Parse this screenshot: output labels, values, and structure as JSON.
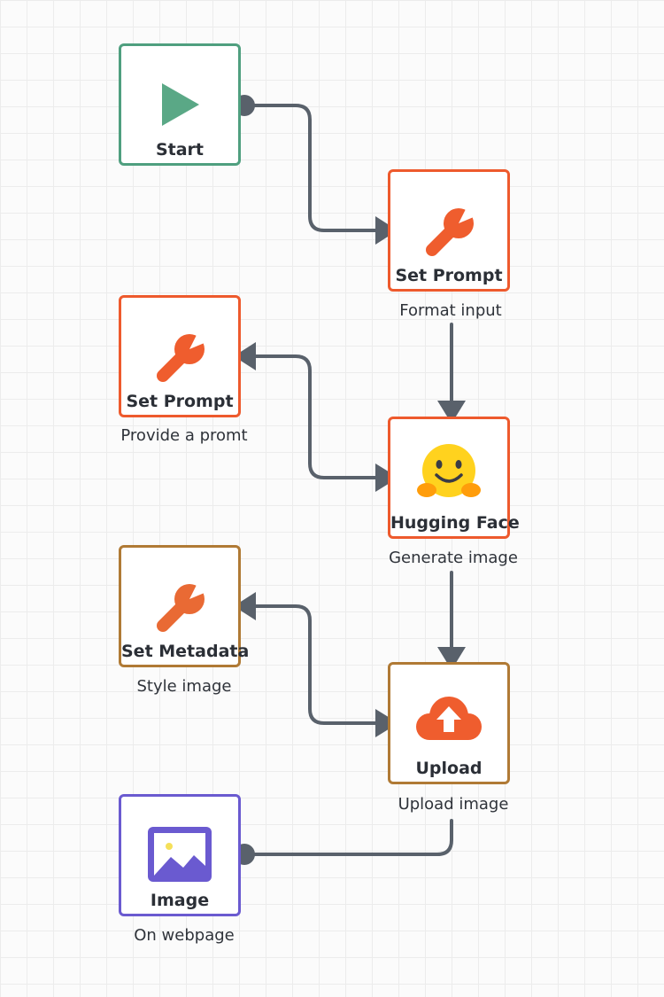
{
  "colors": {
    "wire": "#59616b",
    "start_border": "#4f9f7f",
    "prompt_border": "#ee5a2d",
    "upload_border": "#b07a35",
    "image_border": "#6a5ad0"
  },
  "nodes": {
    "start": {
      "title": "Start",
      "subtitle": "",
      "icon": "play-icon"
    },
    "set_prompt_1": {
      "title": "Set Prompt",
      "subtitle": "Format input",
      "icon": "wrench-icon"
    },
    "set_prompt_2": {
      "title": "Set Prompt",
      "subtitle": "Provide a promt",
      "icon": "wrench-icon"
    },
    "hugging_face": {
      "title": "Hugging Face",
      "subtitle": "Generate image",
      "icon": "hugging-face-icon"
    },
    "set_metadata": {
      "title": "Set Metadata",
      "subtitle": "Style image",
      "icon": "wrench-icon"
    },
    "upload": {
      "title": "Upload",
      "subtitle": "Upload image",
      "icon": "cloud-upload-icon"
    },
    "image": {
      "title": "Image",
      "subtitle": "On webpage",
      "icon": "image-icon"
    }
  },
  "connections": [
    {
      "from": "start",
      "to": "set_prompt_1"
    },
    {
      "from": "set_prompt_1",
      "to": "hugging_face"
    },
    {
      "from": "hugging_face",
      "to": "set_prompt_2"
    },
    {
      "from": "set_prompt_2",
      "to": "hugging_face"
    },
    {
      "from": "hugging_face",
      "to": "upload"
    },
    {
      "from": "upload",
      "to": "set_metadata"
    },
    {
      "from": "set_metadata",
      "to": "upload"
    },
    {
      "from": "image",
      "to": "upload"
    }
  ]
}
